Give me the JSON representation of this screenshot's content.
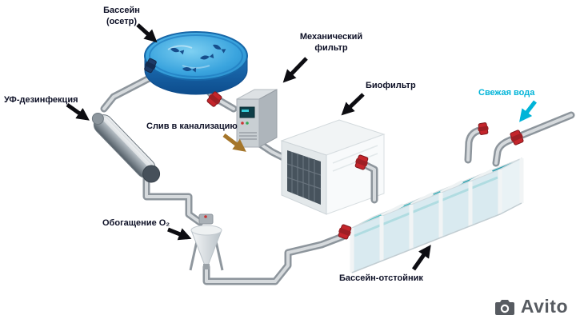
{
  "labels": {
    "pool": "Бассейн\n(осетр)",
    "mechanical_filter": "Механический\nфильтр",
    "biofilter": "Биофильтр",
    "fresh_water": "Свежая вода",
    "uv_disinfection": "УФ-дезинфекция",
    "drain": "Слив в канализацию",
    "oxygen": "Обогащение О₂",
    "settling_pool": "Бассейн-отстойник"
  },
  "colors": {
    "label_text": "#0d1026",
    "fresh_water_text": "#00b4d8",
    "arrow_black": "#0d0d12",
    "arrow_brown": "#a5762b",
    "arrow_cyan": "#00b4d8",
    "pool_water": "#3aa4de",
    "basin_water": "#3faeba",
    "pipe_gray": "#8d959c",
    "valve_red": "#c4252b"
  },
  "watermark": {
    "brand": "Avito"
  }
}
